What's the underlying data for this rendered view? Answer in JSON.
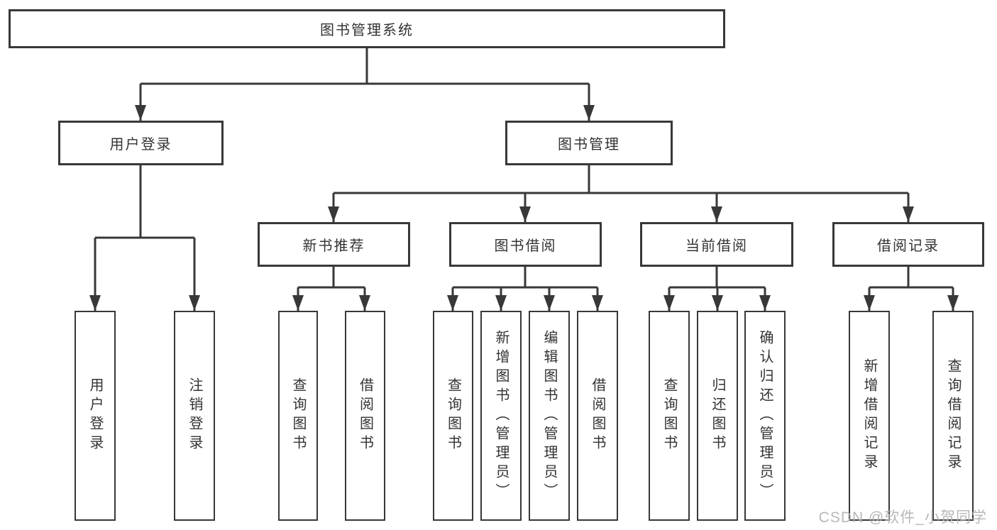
{
  "diagram": {
    "type": "tree",
    "colors": {
      "line": "#383838",
      "box_border": "#383838",
      "text": "#333333",
      "background": "#ffffff",
      "watermark_text": "#b2b2b2"
    }
  },
  "tree": {
    "label": "图书管理系统",
    "children": [
      {
        "label": "用户登录",
        "children": [
          {
            "label": "用户登录"
          },
          {
            "label": "注销登录"
          }
        ]
      },
      {
        "label": "图书管理",
        "children": [
          {
            "label": "新书推荐",
            "children": [
              {
                "label": "查询图书"
              },
              {
                "label": "借阅图书"
              }
            ]
          },
          {
            "label": "图书借阅",
            "children": [
              {
                "label": "查询图书"
              },
              {
                "label": "新增图书（管理员）"
              },
              {
                "label": "编辑图书（管理员）"
              },
              {
                "label": "借阅图书"
              }
            ]
          },
          {
            "label": "当前借阅",
            "children": [
              {
                "label": "查询图书"
              },
              {
                "label": "归还图书"
              },
              {
                "label": "确认归还（管理员）"
              }
            ]
          },
          {
            "label": "借阅记录",
            "children": [
              {
                "label": "新增借阅记录"
              },
              {
                "label": "查询借阅记录"
              }
            ]
          }
        ]
      }
    ]
  },
  "watermark": {
    "text": "CSDN @软件_小贺同学"
  }
}
